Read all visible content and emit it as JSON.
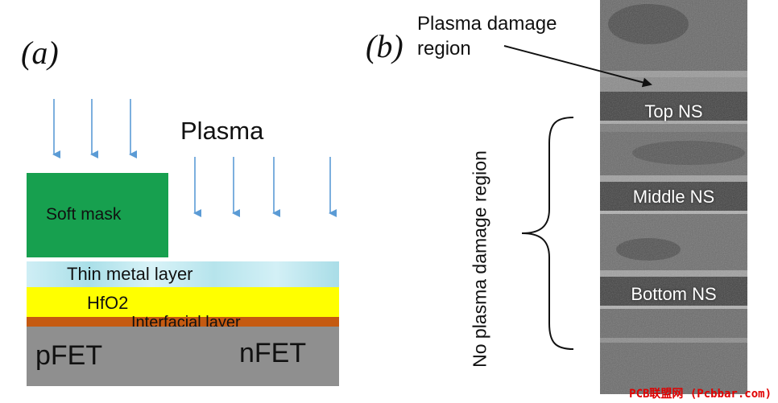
{
  "panel_a": {
    "label": "(a)",
    "plasma_label": "Plasma",
    "soft_mask_label": "Soft mask",
    "thin_metal_label": "Thin metal layer",
    "hfo2_label": "HfO2",
    "interfacial_label": "Interfacial layer",
    "pfet_label": "pFET",
    "nfet_label": "nFET",
    "colors": {
      "soft_mask": "#17a04f",
      "thin_metal": "#bfe8ef",
      "hfo2": "#ffff00",
      "interfacial": "#c55a11",
      "substrate": "#8f8f8f",
      "arrows": "#5b9bd5"
    }
  },
  "panel_b": {
    "label": "(b)",
    "damage_label_line1": "Plasma damage",
    "damage_label_line2": "region",
    "no_damage_label": "No plasma damage region",
    "top_ns": "Top NS",
    "middle_ns": "Middle NS",
    "bottom_ns": "Bottom NS"
  },
  "watermark": "PCB联盟网 (Pcbbar.com)"
}
